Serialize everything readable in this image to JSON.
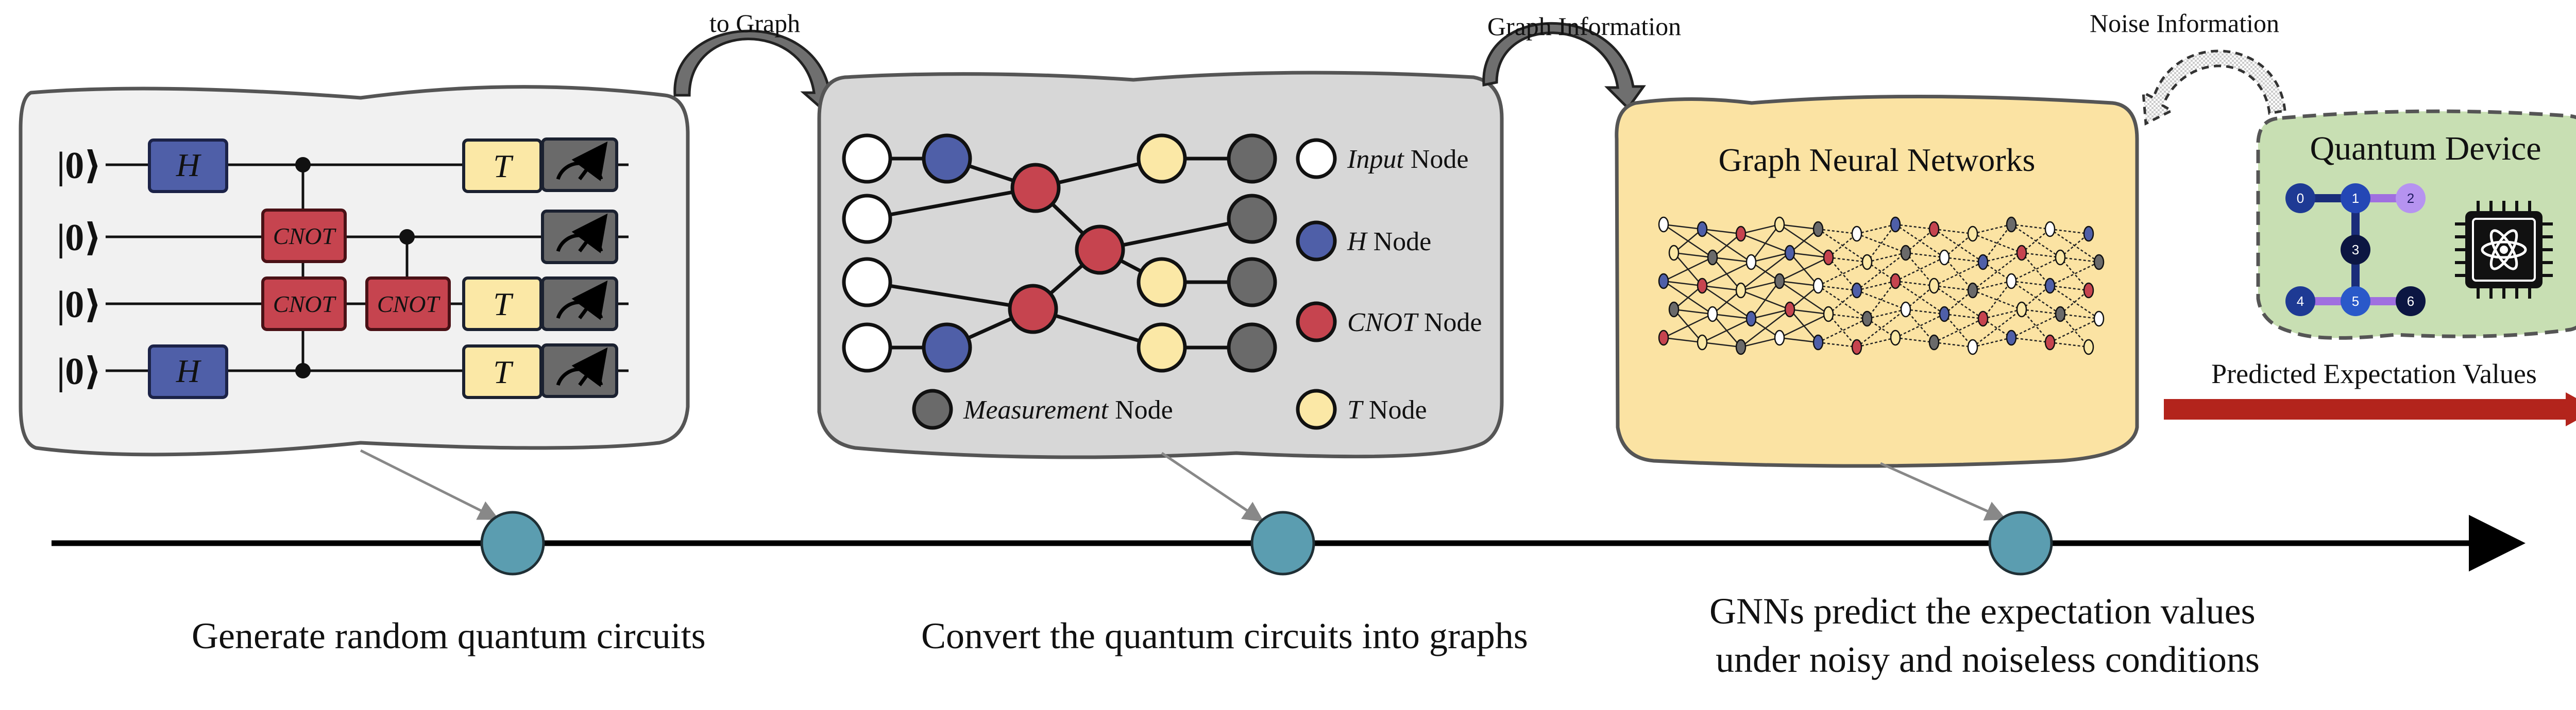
{
  "arrows": {
    "to_graph": "to Graph",
    "graph_information": "Graph Information",
    "noise_information": "Noise Information",
    "predicted": "Predicted Expectation Values"
  },
  "circuit": {
    "ket_zero": "|0⟩",
    "gates": {
      "h": "H",
      "cnot": "CNOT",
      "t": "T"
    }
  },
  "graph_panel": {
    "legend": {
      "input_italic": "Input",
      "input_rest": " Node",
      "h_italic": "H",
      "h_rest": " Node",
      "cnot_italic": "CNOT",
      "cnot_rest": " Node",
      "meas_italic": "Measurement",
      "meas_rest": " Node",
      "t_italic": "T",
      "t_rest": " Node"
    }
  },
  "gnn": {
    "title": "Graph Neural Networks"
  },
  "device": {
    "title": "Quantum Device",
    "qubits": [
      "0",
      "1",
      "2",
      "3",
      "4",
      "5",
      "6"
    ]
  },
  "steps": {
    "step1": "Generate random quantum circuits",
    "step2": "Convert the quantum circuits into graphs",
    "step3_line1": "GNNs predict the expectation values",
    "step3_line2": "under noisy and noiseless conditions"
  },
  "colors": {
    "h_gate": "#4f5fa8",
    "cnot_gate": "#c6444f",
    "t_gate": "#fbe8a6",
    "measure_gate": "#6a6a6a",
    "timeline_dot": "#5b9db0",
    "gnn_panel": "#fbe3a3",
    "device_panel": "#c8dfb3",
    "predict_arrow": "#b3241c"
  }
}
